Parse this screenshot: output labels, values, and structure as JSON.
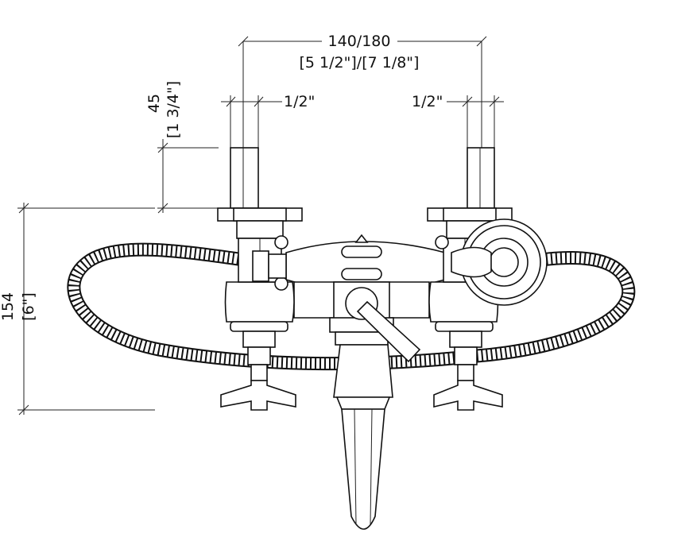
{
  "dimensions": {
    "center_spacing": {
      "metric": "140/180",
      "imperial": "[5 1/2\"]/[7 1/8\"]"
    },
    "inlet_left": "1/2\"",
    "inlet_right": "1/2\"",
    "riser_height": {
      "metric": "45",
      "imperial": "[1 3/4\"]"
    },
    "overall_height": {
      "metric": "154",
      "imperial": "[6\"]"
    }
  }
}
